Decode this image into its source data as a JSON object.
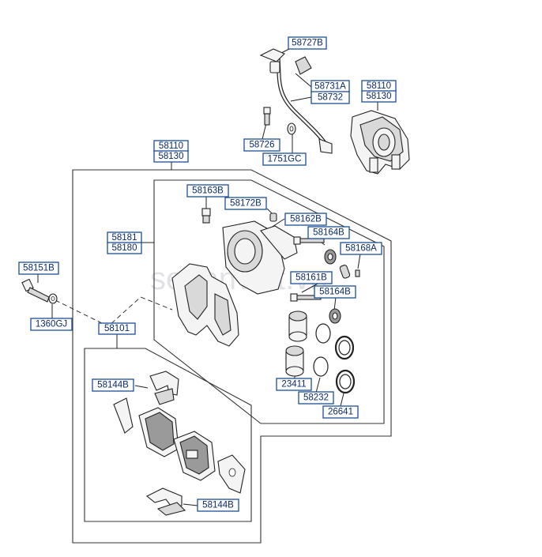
{
  "watermark": "sedanviet.vn",
  "callouts": [
    {
      "id": "c-58727B",
      "text": "58727B"
    },
    {
      "id": "c-58731A",
      "text": "58731A"
    },
    {
      "id": "c-58732",
      "text": "58732"
    },
    {
      "id": "c-58726",
      "text": "58726"
    },
    {
      "id": "c-1751GC",
      "text": "1751GC"
    },
    {
      "id": "c-58110-top",
      "text": "58110"
    },
    {
      "id": "c-58130-top",
      "text": "58130"
    },
    {
      "id": "c-58110-main",
      "text": "58110"
    },
    {
      "id": "c-58130-main",
      "text": "58130"
    },
    {
      "id": "c-58163B",
      "text": "58163B"
    },
    {
      "id": "c-58172B",
      "text": "58172B"
    },
    {
      "id": "c-58162B",
      "text": "58162B"
    },
    {
      "id": "c-58164B-a",
      "text": "58164B"
    },
    {
      "id": "c-58168A",
      "text": "58168A"
    },
    {
      "id": "c-58181",
      "text": "58181"
    },
    {
      "id": "c-58180",
      "text": "58180"
    },
    {
      "id": "c-58161B",
      "text": "58161B"
    },
    {
      "id": "c-58164B-b",
      "text": "58164B"
    },
    {
      "id": "c-58151B",
      "text": "58151B"
    },
    {
      "id": "c-1360GJ",
      "text": "1360GJ"
    },
    {
      "id": "c-58101",
      "text": "58101"
    },
    {
      "id": "c-23411",
      "text": "23411"
    },
    {
      "id": "c-58232",
      "text": "58232"
    },
    {
      "id": "c-26641",
      "text": "26641"
    },
    {
      "id": "c-58144B-a",
      "text": "58144B"
    },
    {
      "id": "c-58144B-b",
      "text": "58144B"
    }
  ]
}
